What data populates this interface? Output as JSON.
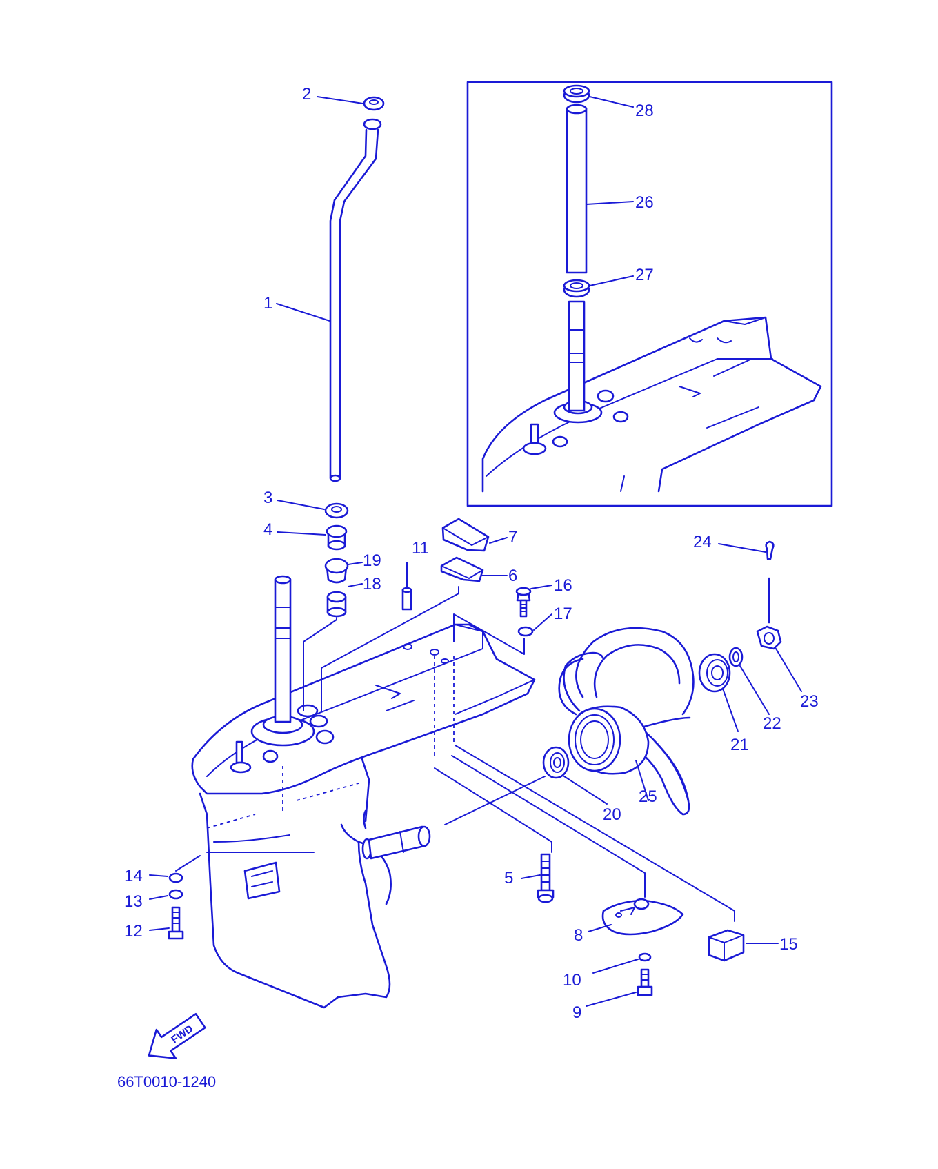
{
  "diagram_code": "66T0010-1240",
  "direction_arrow": {
    "label": "FWD",
    "icon": "forward-arrow-icon"
  },
  "line_color": "#1a1ad6",
  "callouts": [
    "1",
    "2",
    "3",
    "4",
    "5",
    "6",
    "7",
    "8",
    "9",
    "10",
    "11",
    "12",
    "13",
    "14",
    "15",
    "16",
    "17",
    "18",
    "19",
    "20",
    "21",
    "22",
    "23",
    "24",
    "25",
    "26",
    "27",
    "28"
  ]
}
